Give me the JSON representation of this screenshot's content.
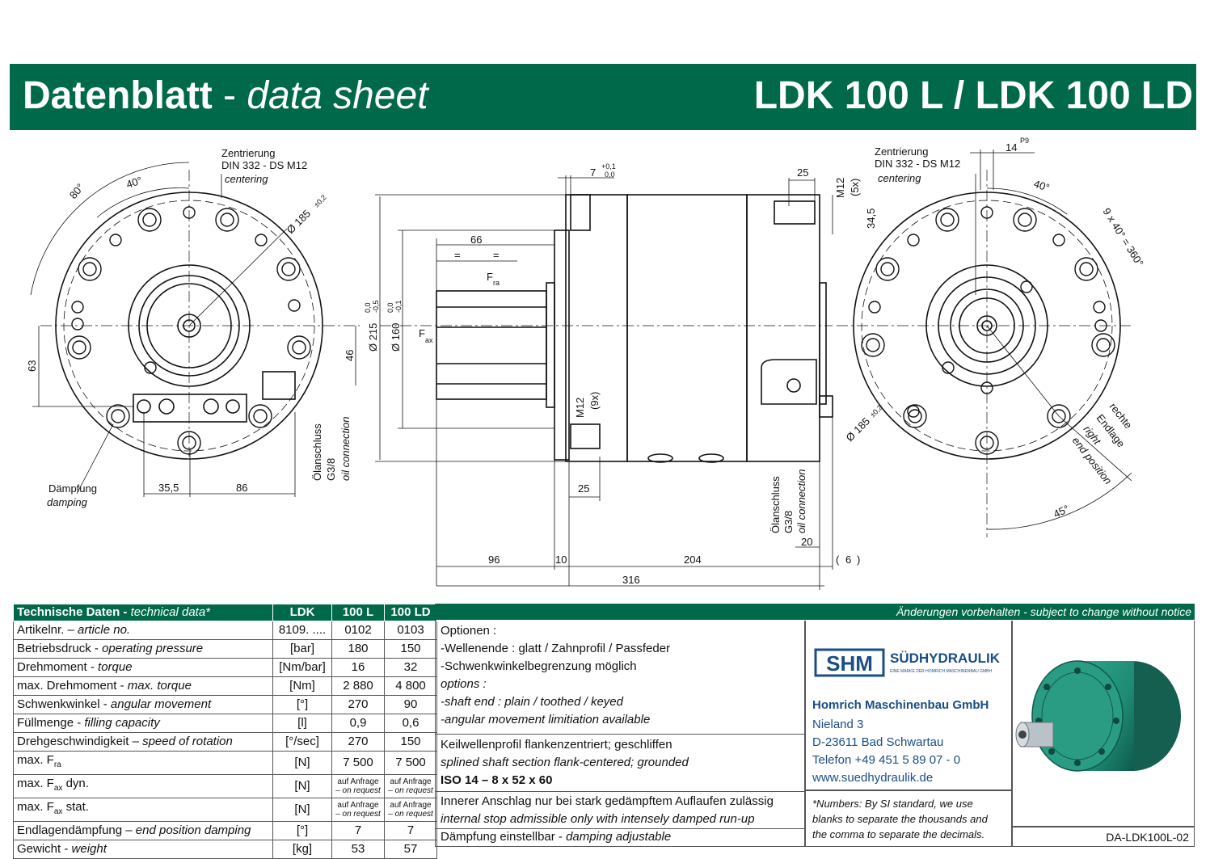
{
  "header": {
    "title_bold": "Datenblatt",
    "title_sep": " - ",
    "title_italic": "data sheet",
    "model": "LDK 100 L / LDK 100 LD"
  },
  "drawing_labels": {
    "centering_de": "Zentrierung",
    "centering_norm": "DIN 332 - DS M12",
    "centering_en": "centering",
    "angle_80": "80°",
    "angle_40": "40°",
    "dia_185": "Ø 185",
    "dia_185_tol": "±0,2",
    "dim_63": "63",
    "dim_46": "46",
    "dim_35_5": "35,5",
    "dim_86": "86",
    "damping_de": "Dämpfung",
    "damping_en": "damping",
    "oil_de": "Ölanschluss",
    "oil_thread": "G3/8",
    "oil_en": "oil connection",
    "dim_7": "7",
    "tol_7_top": "+0,1",
    "tol_7_bot": "0,0",
    "dim_66": "66",
    "eq": "=",
    "fra": "F",
    "fra_sub": "ra",
    "fax": "F",
    "fax_sub": "ax",
    "dia_215": "Ø 215",
    "tol_215_top": "0,0",
    "tol_215_bot": "-0,5",
    "dia_160": "Ø 160",
    "tol_160_top": "0,0",
    "tol_160_bot": "-0,1",
    "m12_9x": "M12",
    "m12_9x_count": "(9x)",
    "dim_25a": "25",
    "dim_25b": "25",
    "m12_5x": "M12",
    "m12_5x_count": "(5x)",
    "dim_34_5": "34,5",
    "dim_20": "20",
    "dim_6": "6",
    "dim_96": "96",
    "dim_10": "10",
    "dim_204": "204",
    "dim_316": "316",
    "dim_14": "14",
    "dim_14_fit": "P9",
    "angle_40b": "40°",
    "pattern": "9 x 40° = 360°",
    "end_de1": "rechte",
    "end_de2": "Endlage",
    "end_en1": "right",
    "end_en2": "end position",
    "angle_45": "45°"
  },
  "tech_table": {
    "head": [
      "Technische Daten",
      "technical data*",
      "LDK",
      "100 L",
      "100 LD"
    ],
    "rows": [
      {
        "de": "Artikelnr.",
        "sep": " – ",
        "en": "article no.",
        "unit": "8109. ....",
        "a": "0102",
        "b": "0103"
      },
      {
        "de": "Betriebsdruck",
        "sep": " - ",
        "en": "operating pressure",
        "unit": "[bar]",
        "a": "180",
        "b": "150"
      },
      {
        "de": "Drehmoment",
        "sep": " - ",
        "en": "torque",
        "unit": "[Nm/bar]",
        "a": "16",
        "b": "32"
      },
      {
        "de": "max. Drehmoment",
        "sep": " - ",
        "en": "max. torque",
        "unit": "[Nm]",
        "a": "2 880",
        "b": "4 800"
      },
      {
        "de": "Schwenkwinkel",
        "sep": " - ",
        "en": "angular movement",
        "unit": "[°]",
        "a": "270",
        "b": "90"
      },
      {
        "de": "Füllmenge",
        "sep": " - ",
        "en": "filling capacity",
        "unit": "[l]",
        "a": "0,9",
        "b": "0,6"
      },
      {
        "de": "Drehgeschwindigkeit",
        "sep": " – ",
        "en": "speed of rotation",
        "unit": "[°/sec]",
        "a": "270",
        "b": "150"
      },
      {
        "de": "max. F",
        "sub": "ra",
        "unit": "[N]",
        "a": "7 500",
        "b": "7 500"
      },
      {
        "de": "max. F",
        "sub": "ax",
        "de2": " dyn.",
        "unit": "[N]",
        "a1": "auf Anfrage",
        "a2": "– on request",
        "b1": "auf Anfrage",
        "b2": "– on request"
      },
      {
        "de": "max. F",
        "sub": "ax",
        "de2": " stat.",
        "unit": "[N]",
        "a1": "auf Anfrage",
        "a2": "– on request",
        "b1": "auf Anfrage",
        "b2": "– on request"
      },
      {
        "de": "Endlagendämpfung",
        "sep": " – ",
        "en": "end position damping",
        "unit": "[°]",
        "a": "7",
        "b": "7"
      },
      {
        "de": "Gewicht",
        "sep": " - ",
        "en": "weight",
        "unit": "[kg]",
        "a": "53",
        "b": "57"
      }
    ]
  },
  "notice": {
    "de": "Änderungen vorbehalten",
    "sep": " - ",
    "en": "subject to change without notice"
  },
  "options": {
    "title": "Optionen :",
    "l1": "-Wellenende : glatt / Zahnprofil / Passfeder",
    "l2": "-Schwenkwinkelbegrenzung möglich",
    "l3": "options :",
    "l4": "-shaft end : plain / toothed / keyed",
    "l5": "-angular movement limitiation available",
    "s1": "Keilwellenprofil flankenzentriert; geschliffen",
    "s2": "splined shaft section flank-centered; grounded",
    "s3": "ISO 14 – 8 x 52 x 60",
    "i1": "Innerer Anschlag nur bei stark gedämpftem Auflaufen zulässig",
    "i2": "internal stop admissible only with intensely damped run-up",
    "d1": "Dämpfung einstellbar",
    "d_sep": " - ",
    "d2": "damping adjustable"
  },
  "company": {
    "logo": "SHM",
    "brand": "SÜDHYDRAULIK",
    "tagline": "EINE MARKE DER HOMRICH MASCHINENBAU GMBH",
    "name": "Homrich Maschinenbau GmbH",
    "street": "Nieland 3",
    "city": "D-23611 Bad Schwartau",
    "phone": "Telefon +49 451 5 89 07 - 0",
    "web": "www.suedhydraulik.de"
  },
  "footnote": {
    "l1": "*Numbers: By SI standard, we use",
    "l2": "blanks to separate the thousands and",
    "l3": "the comma to separate the decimals."
  },
  "doc_id": "DA-LDK100L-02",
  "colors": {
    "brand_green": "#00694a",
    "product_green": "#1e8a74",
    "company_blue": "#1a4e86"
  }
}
